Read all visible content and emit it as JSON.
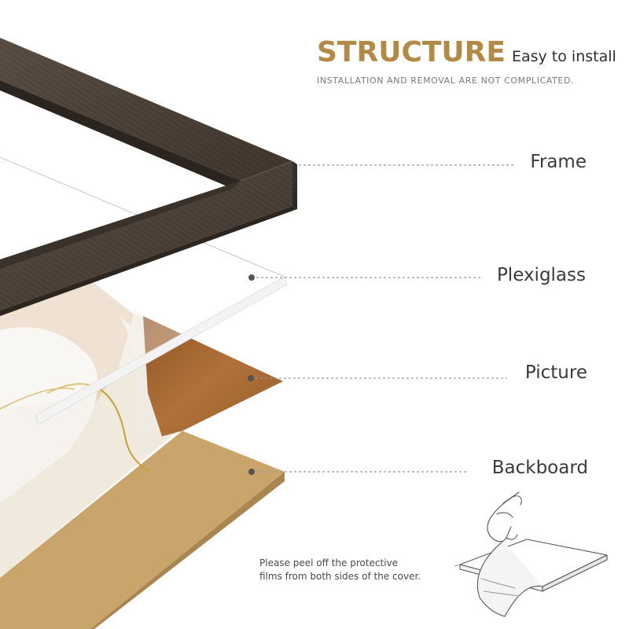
{
  "header": {
    "title": "STRUCTURE",
    "subtitle": "Easy to install",
    "tagline": "INSTALLATION AND REMOVAL ARE NOT COMPLICATED."
  },
  "layers": {
    "frame": "Frame",
    "plexiglass": "Plexiglass",
    "picture": "Picture",
    "backboard": "Backboard"
  },
  "note": {
    "line1": "Please peel off the protective",
    "line2": "films from both sides of the cover."
  },
  "colors": {
    "accent": "#b28a45",
    "frame_wood": "#4a4038",
    "backboard": "#c9a46b",
    "picture_rust": "#a86a34",
    "leader_line": "#9a9a9a"
  },
  "icons": {
    "peel_illustration": "hand-peeling-film-icon"
  }
}
